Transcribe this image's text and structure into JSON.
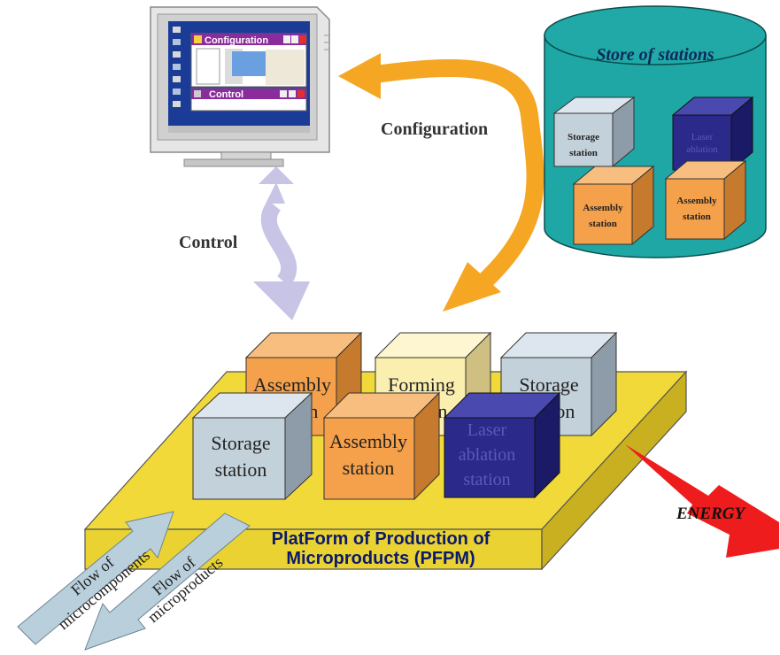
{
  "monitor": {
    "config_window_title": "Configuration",
    "control_window_title": "Control"
  },
  "arrows": {
    "configuration_label": "Configuration",
    "control_label": "Control"
  },
  "store": {
    "title": "Store of stations",
    "stations": [
      {
        "line1": "Storage",
        "line2": "station",
        "line3": ""
      },
      {
        "line1": "Laser",
        "line2": "ablation",
        "line3": ""
      },
      {
        "line1": "Assembly",
        "line2": "station",
        "line3": ""
      },
      {
        "line1": "Assembly",
        "line2": "station",
        "line3": ""
      }
    ]
  },
  "platform": {
    "name_line1": "PlatForm of Production of",
    "name_line2": "Microproducts (PFPM)",
    "stations": [
      {
        "line1": "Assembly",
        "line2": "station",
        "line3": ""
      },
      {
        "line1": "Forming",
        "line2": "station",
        "line3": ""
      },
      {
        "line1": "Storage",
        "line2": "station",
        "line3": ""
      },
      {
        "line1": "Storage",
        "line2": "station",
        "line3": ""
      },
      {
        "line1": "Assembly",
        "line2": "station",
        "line3": ""
      },
      {
        "line1": "Laser",
        "line2": "ablation",
        "line3": "station"
      }
    ]
  },
  "energy_label": "ENERGY",
  "flows": {
    "in_line1": "Flow of",
    "in_line2": "microcomponents",
    "out_line1": "Flow of",
    "out_line2": "microproducts"
  },
  "colors": {
    "platform": "#f2d93a",
    "platform_top": "#f5df3e",
    "assembly": "#f5a04a",
    "forming": "#fbefb0",
    "storage": "#c3d1da",
    "laser": "#2b2a8a",
    "store_cylinder": "#1ea7a4",
    "config_arrow": "#f5a623",
    "control_arrow": "#c7c4e6",
    "energy": "#ee1c1c",
    "flow_arrow": "#b9cfdc"
  }
}
